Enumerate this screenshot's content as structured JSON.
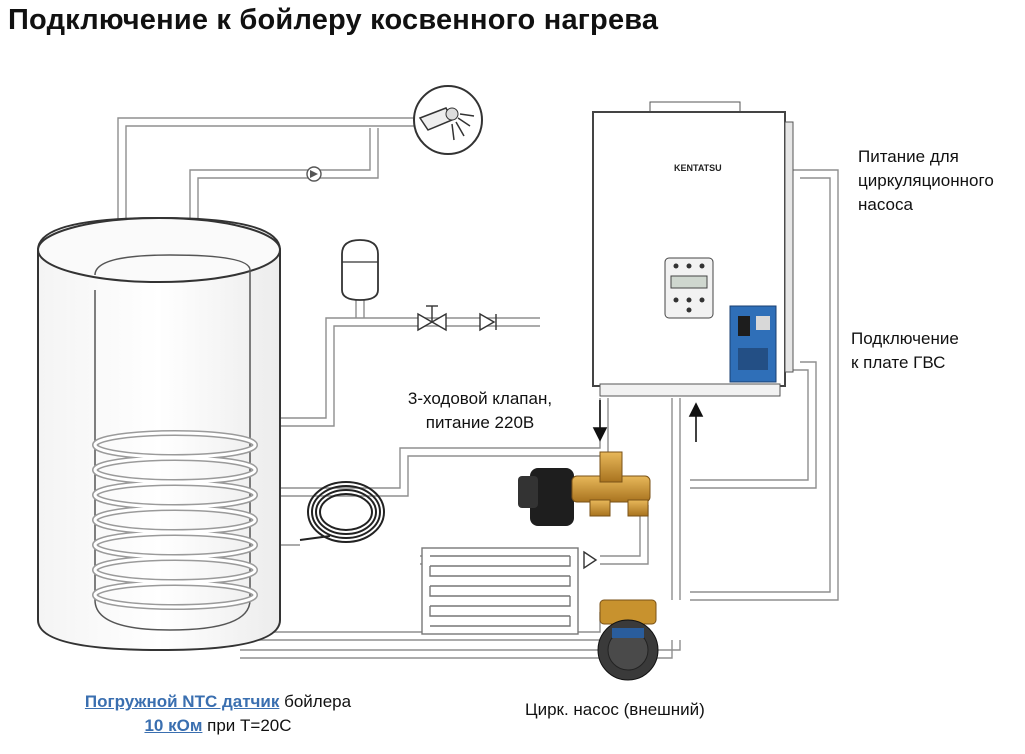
{
  "title": "Подключение к бойлеру косвенного нагрева",
  "labels": {
    "pump_power_line1": "Питание для",
    "pump_power_line2": "циркуляционного",
    "pump_power_line3": "насоса",
    "dhw_board_line1": "Подключение",
    "dhw_board_line2": "к плате ГВС",
    "valve_line1": "3-ходовой клапан,",
    "valve_line2": "питание 220В",
    "pump_caption": "Цирк. насос (внешний)",
    "ntc_link": "Погружной NTC датчик",
    "ntc_rest": " бойлера",
    "ntc_value_link": "10 кОм",
    "ntc_condition": " при Т=20С"
  },
  "boiler_brand": "KENTATSU",
  "colors": {
    "pipe": "#9a9a9a",
    "outline": "#333333",
    "link": "#3a6fb0",
    "brass": "#c8922e",
    "board": "#2f6fb8"
  },
  "icons": [
    "shower-icon",
    "expansion-tank-icon",
    "valve-icon",
    "check-valve-icon",
    "pump-icon",
    "three-way-valve-icon"
  ]
}
